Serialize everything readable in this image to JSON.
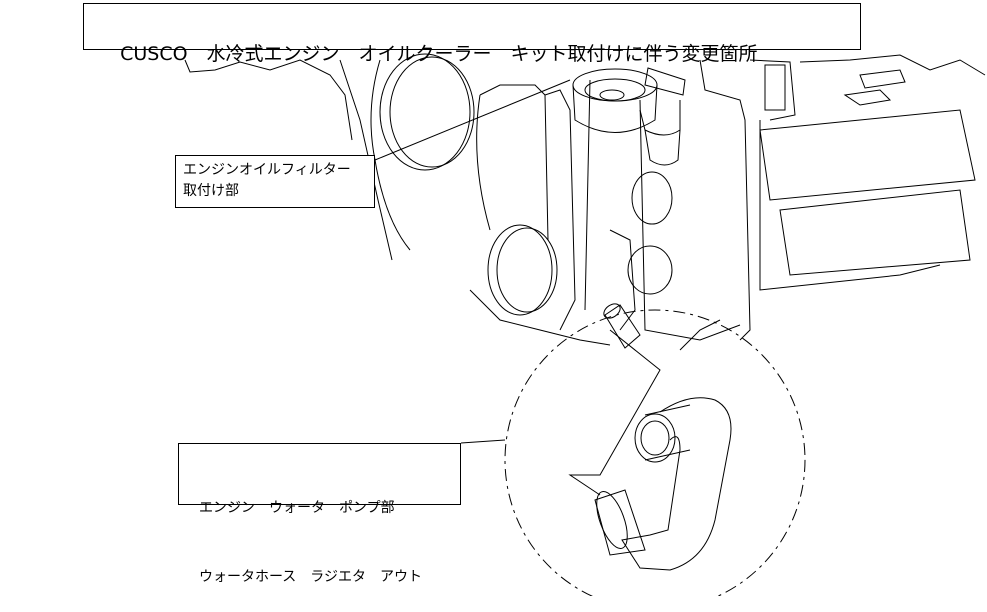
{
  "title": "CUSCO　水冷式エンジン　オイルクーラー　キット取付けに伴う変更箇所",
  "callouts": {
    "oil_filter": {
      "line1": "エンジンオイルフィルター",
      "line2": "取付け部"
    },
    "water_pump": {
      "line1": "エンジン　ウォータ　ポンプ部",
      "line2": "ウォータホース　ラジエタ　アウト"
    }
  }
}
